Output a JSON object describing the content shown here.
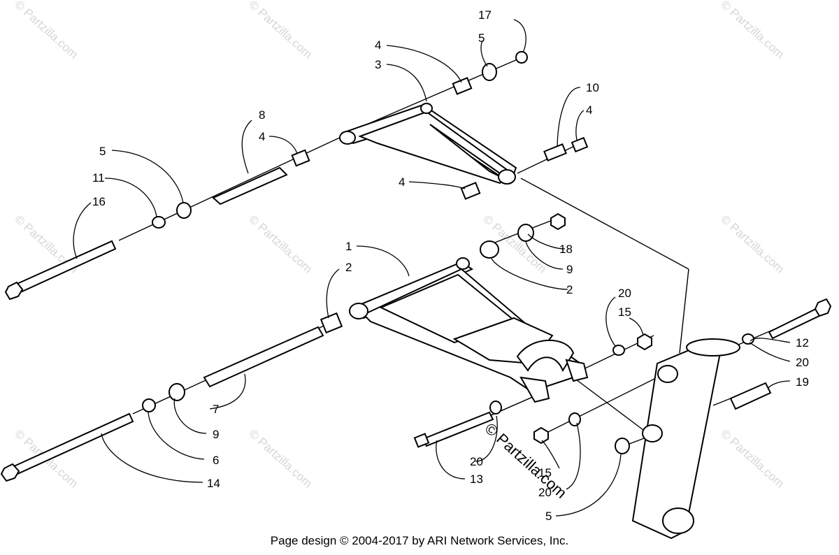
{
  "footer": "Page design © 2004-2017 by ARI Network Services, Inc.",
  "watermark": "© Partzilla.com",
  "callouts": [
    "1",
    "2",
    "2",
    "3",
    "4",
    "4",
    "4",
    "4",
    "5",
    "5",
    "5",
    "6",
    "7",
    "8",
    "9",
    "9",
    "10",
    "11",
    "12",
    "13",
    "14",
    "15",
    "15",
    "16",
    "17",
    "18",
    "19",
    "20",
    "20",
    "20",
    "20"
  ]
}
